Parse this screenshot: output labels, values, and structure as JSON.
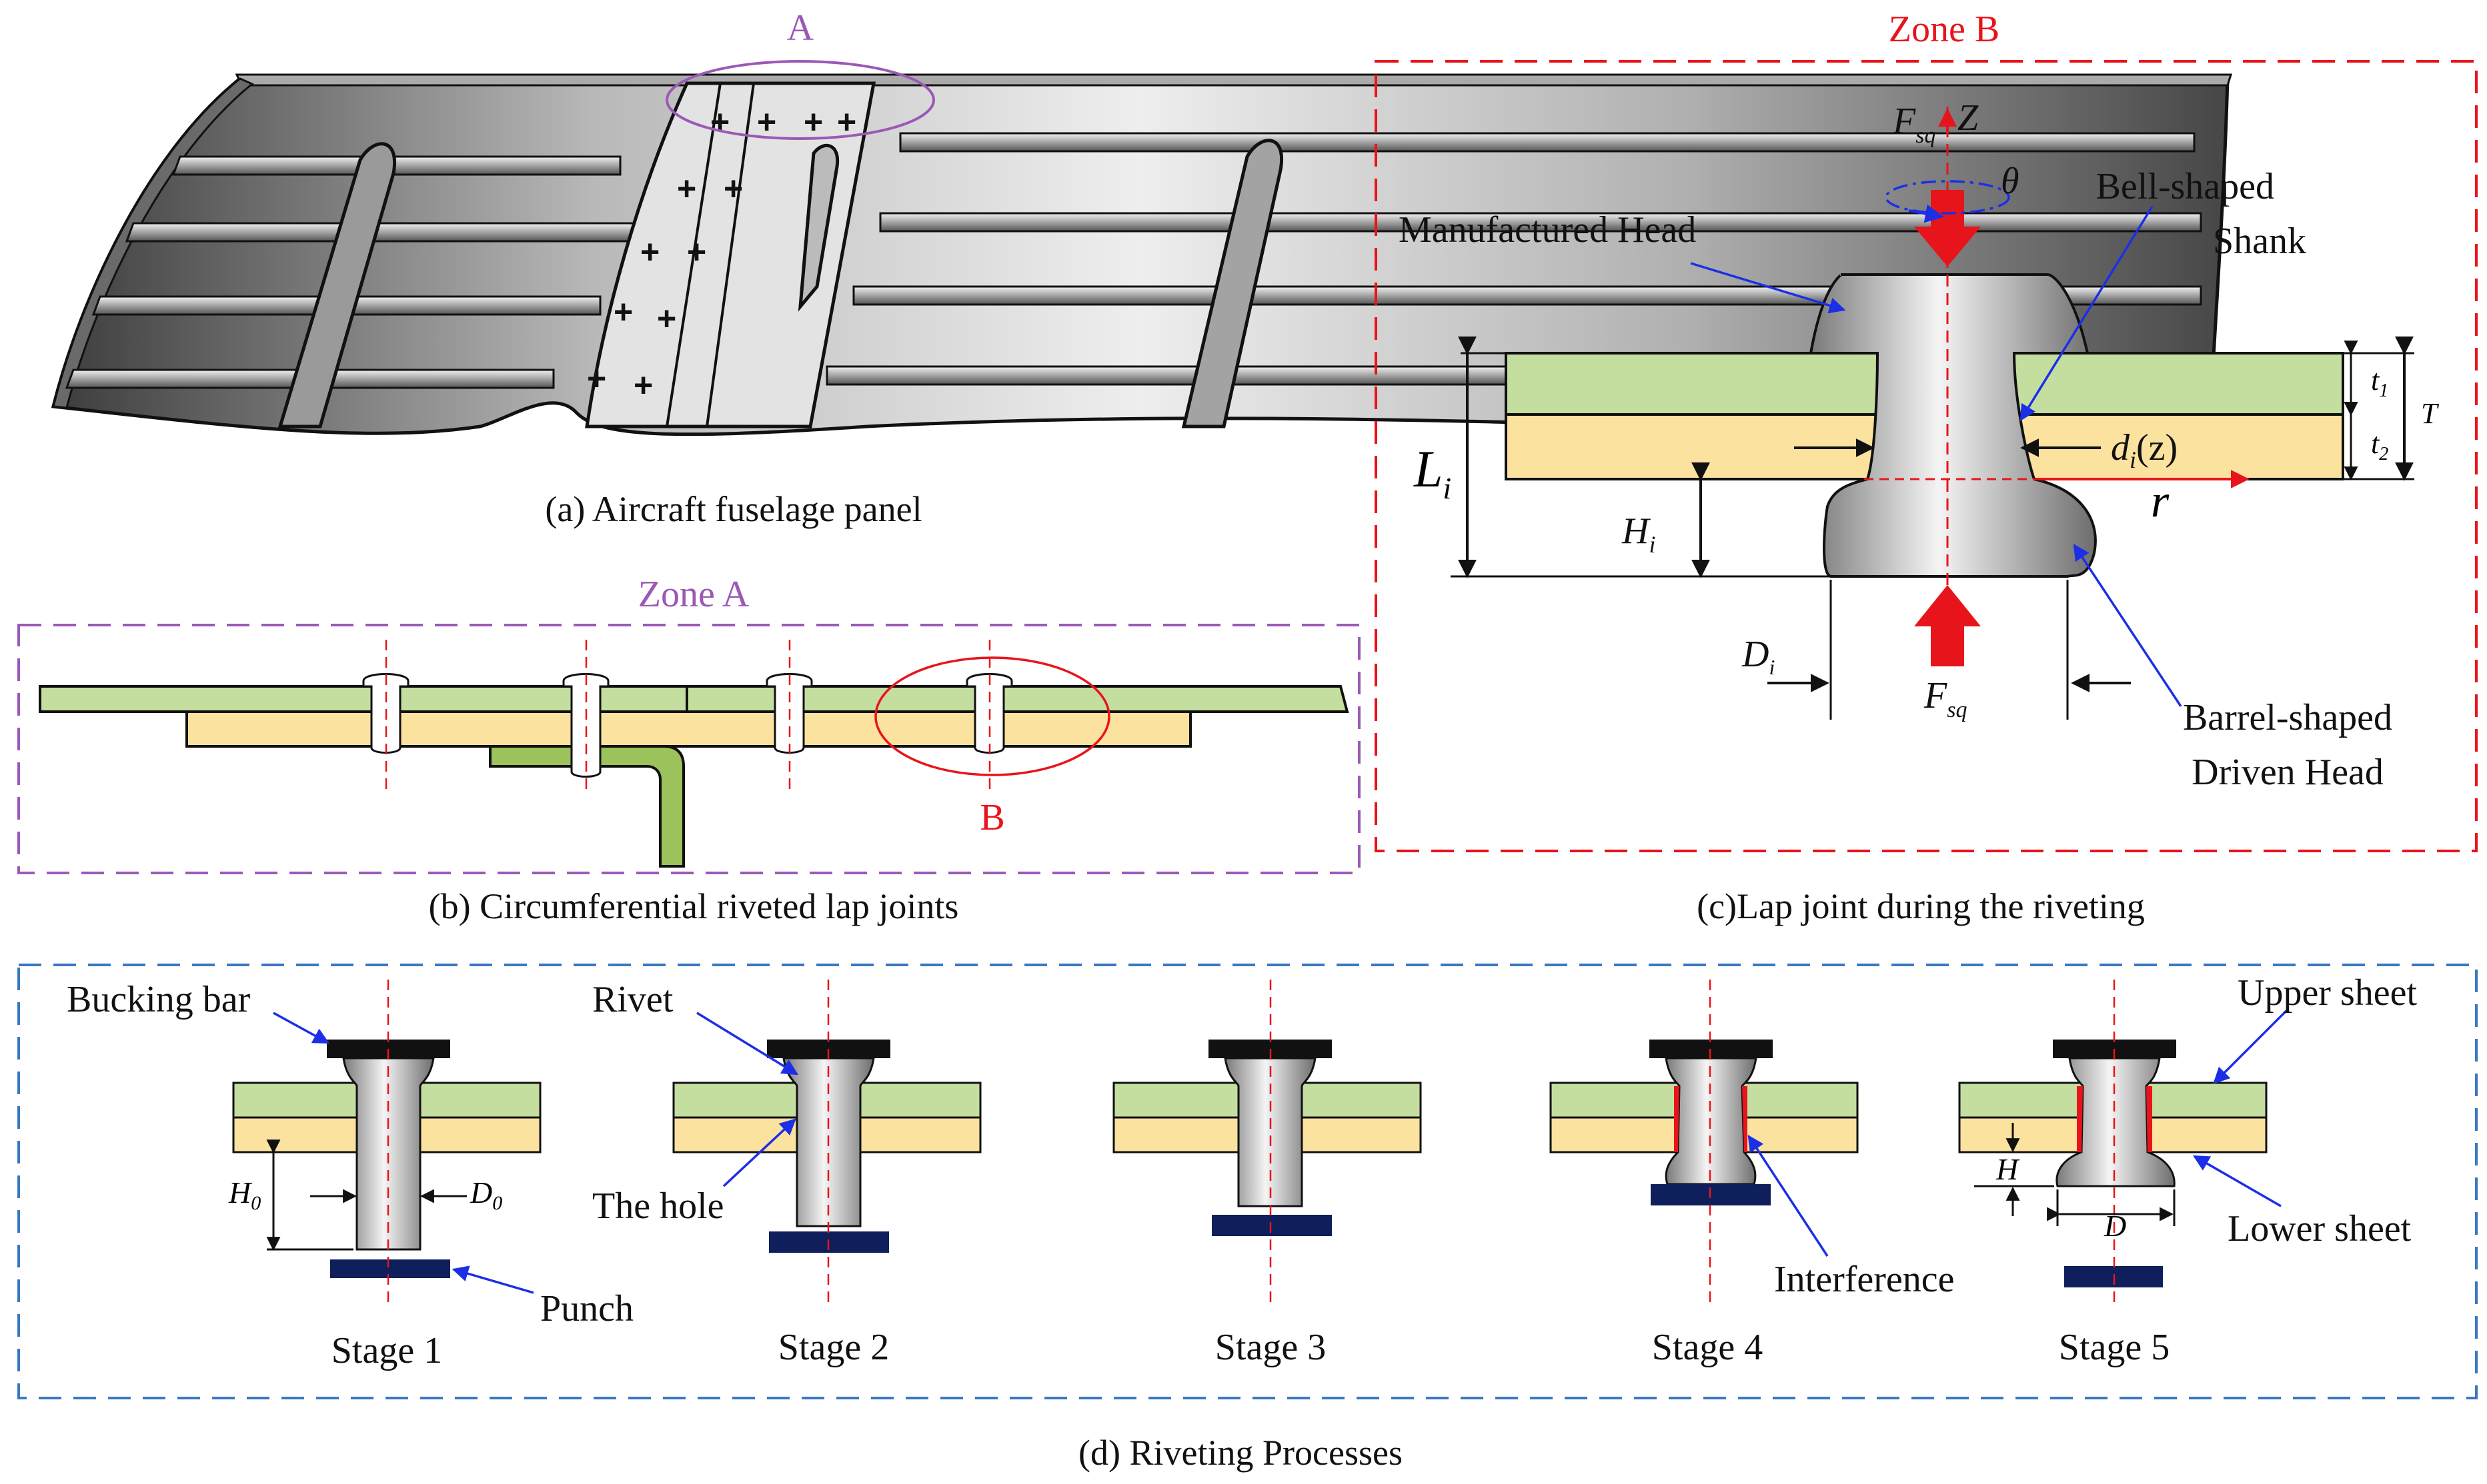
{
  "colors": {
    "upper_sheet": "#c4dea0",
    "lower_sheet": "#fbe29f",
    "zone_a_border": "#9b59b6",
    "zone_b_border": "#e8141b",
    "panel_d_border": "#3a78c2",
    "arrow_blue": "#1c2fe6",
    "force_red": "#e8141b",
    "tool_black": "#111111",
    "punch_navy": "#0e1f5c"
  },
  "panel_a": {
    "caption": "(a) Aircraft fuselage panel",
    "zone_marker": "A",
    "plus_marks": "+"
  },
  "panel_b": {
    "caption": "(b) Circumferential riveted lap joints",
    "zone_title": "Zone A",
    "zone_marker": "B"
  },
  "panel_c": {
    "caption": "(c)Lap joint during the riveting",
    "zone_title": "Zone B",
    "force_top": "F",
    "force_sub": "sq",
    "axis_z": "Z",
    "theta": "θ",
    "manufactured_head": "Manufactured Head",
    "bell_shaped": "Bell-shaped",
    "shank": "Shank",
    "barrel_shaped": "Barrel-shaped",
    "driven_head": "Driven Head",
    "li_main": "L",
    "li_sub": "i",
    "hi_main": "H",
    "hi_sub": "i",
    "di_main": "D",
    "di_sub": "i",
    "dz_main": "d",
    "dz_sub": "i",
    "dz_arg": "(z)",
    "axis_r": "r",
    "t1_main": "t",
    "t1_sub": "1",
    "t2_main": "t",
    "t2_sub": "2",
    "total_t": "T",
    "force_bottom": "F",
    "force_bottom_sub": "sq"
  },
  "panel_d": {
    "caption": "(d) Riveting Processes",
    "bucking_bar": "Bucking bar",
    "rivet": "Rivet",
    "the_hole": "The hole",
    "punch": "Punch",
    "interference": "Interference",
    "upper_sheet": "Upper sheet",
    "lower_sheet": "Lower sheet",
    "h0_main": "H",
    "h0_sub": "0",
    "d0_main": "D",
    "d0_sub": "0",
    "h_label": "H",
    "d_label": "D",
    "stages": [
      "Stage 1",
      "Stage 2",
      "Stage 3",
      "Stage 4",
      "Stage 5"
    ]
  }
}
